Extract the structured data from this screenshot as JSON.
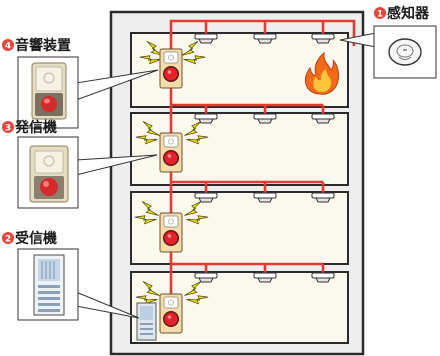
{
  "labels": {
    "detector": "感知器",
    "receiver": "受信機",
    "transmitter": "発信機",
    "alarm": "音響装置"
  },
  "numbers": {
    "detector": "1",
    "receiver": "2",
    "transmitter": "3",
    "alarm": "4"
  },
  "colors": {
    "wire": "#e53a2f",
    "floor_fill": "#fbf8ee",
    "shaft_fill": "#eeeeee",
    "outline": "#2b2b2b",
    "lightning": "#f5e000",
    "badge": "#e8443a",
    "fire": "#f06a1a"
  },
  "icons": {
    "detector": "smoke-detector-icon",
    "receiver": "receiver-panel-icon",
    "transmitter": "push-button-icon",
    "alarm": "bell-icon",
    "fire": "fire-icon",
    "alarm_signal": "lightning-icon"
  }
}
